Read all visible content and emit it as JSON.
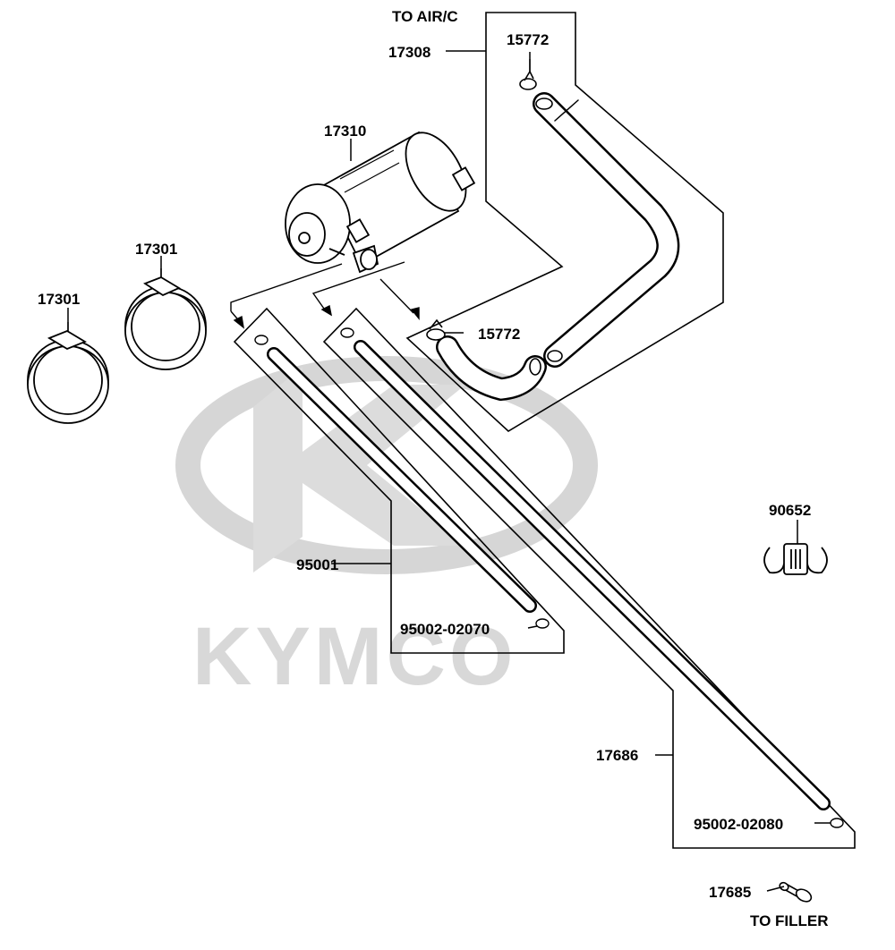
{
  "colors": {
    "ink": "#000000",
    "paper": "#ffffff",
    "watermark": "#d4d4d4",
    "part_shade": "#2a2a2a"
  },
  "watermark": {
    "brand": "KYMCO"
  },
  "labels": {
    "to_air_c": "TO AIR/C",
    "to_filler": "TO FILLER"
  },
  "parts": {
    "hose_air_c": "17308",
    "clip_top": "15772",
    "clip_mid": "15772",
    "canister": "17310",
    "band_back": "17301",
    "band_front": "17301",
    "hose_short": "95001",
    "clamp_short": "95002-02070",
    "hose_long": "17686",
    "clamp_long": "95002-02080",
    "clip_90652": "90652",
    "joint": "17685"
  }
}
